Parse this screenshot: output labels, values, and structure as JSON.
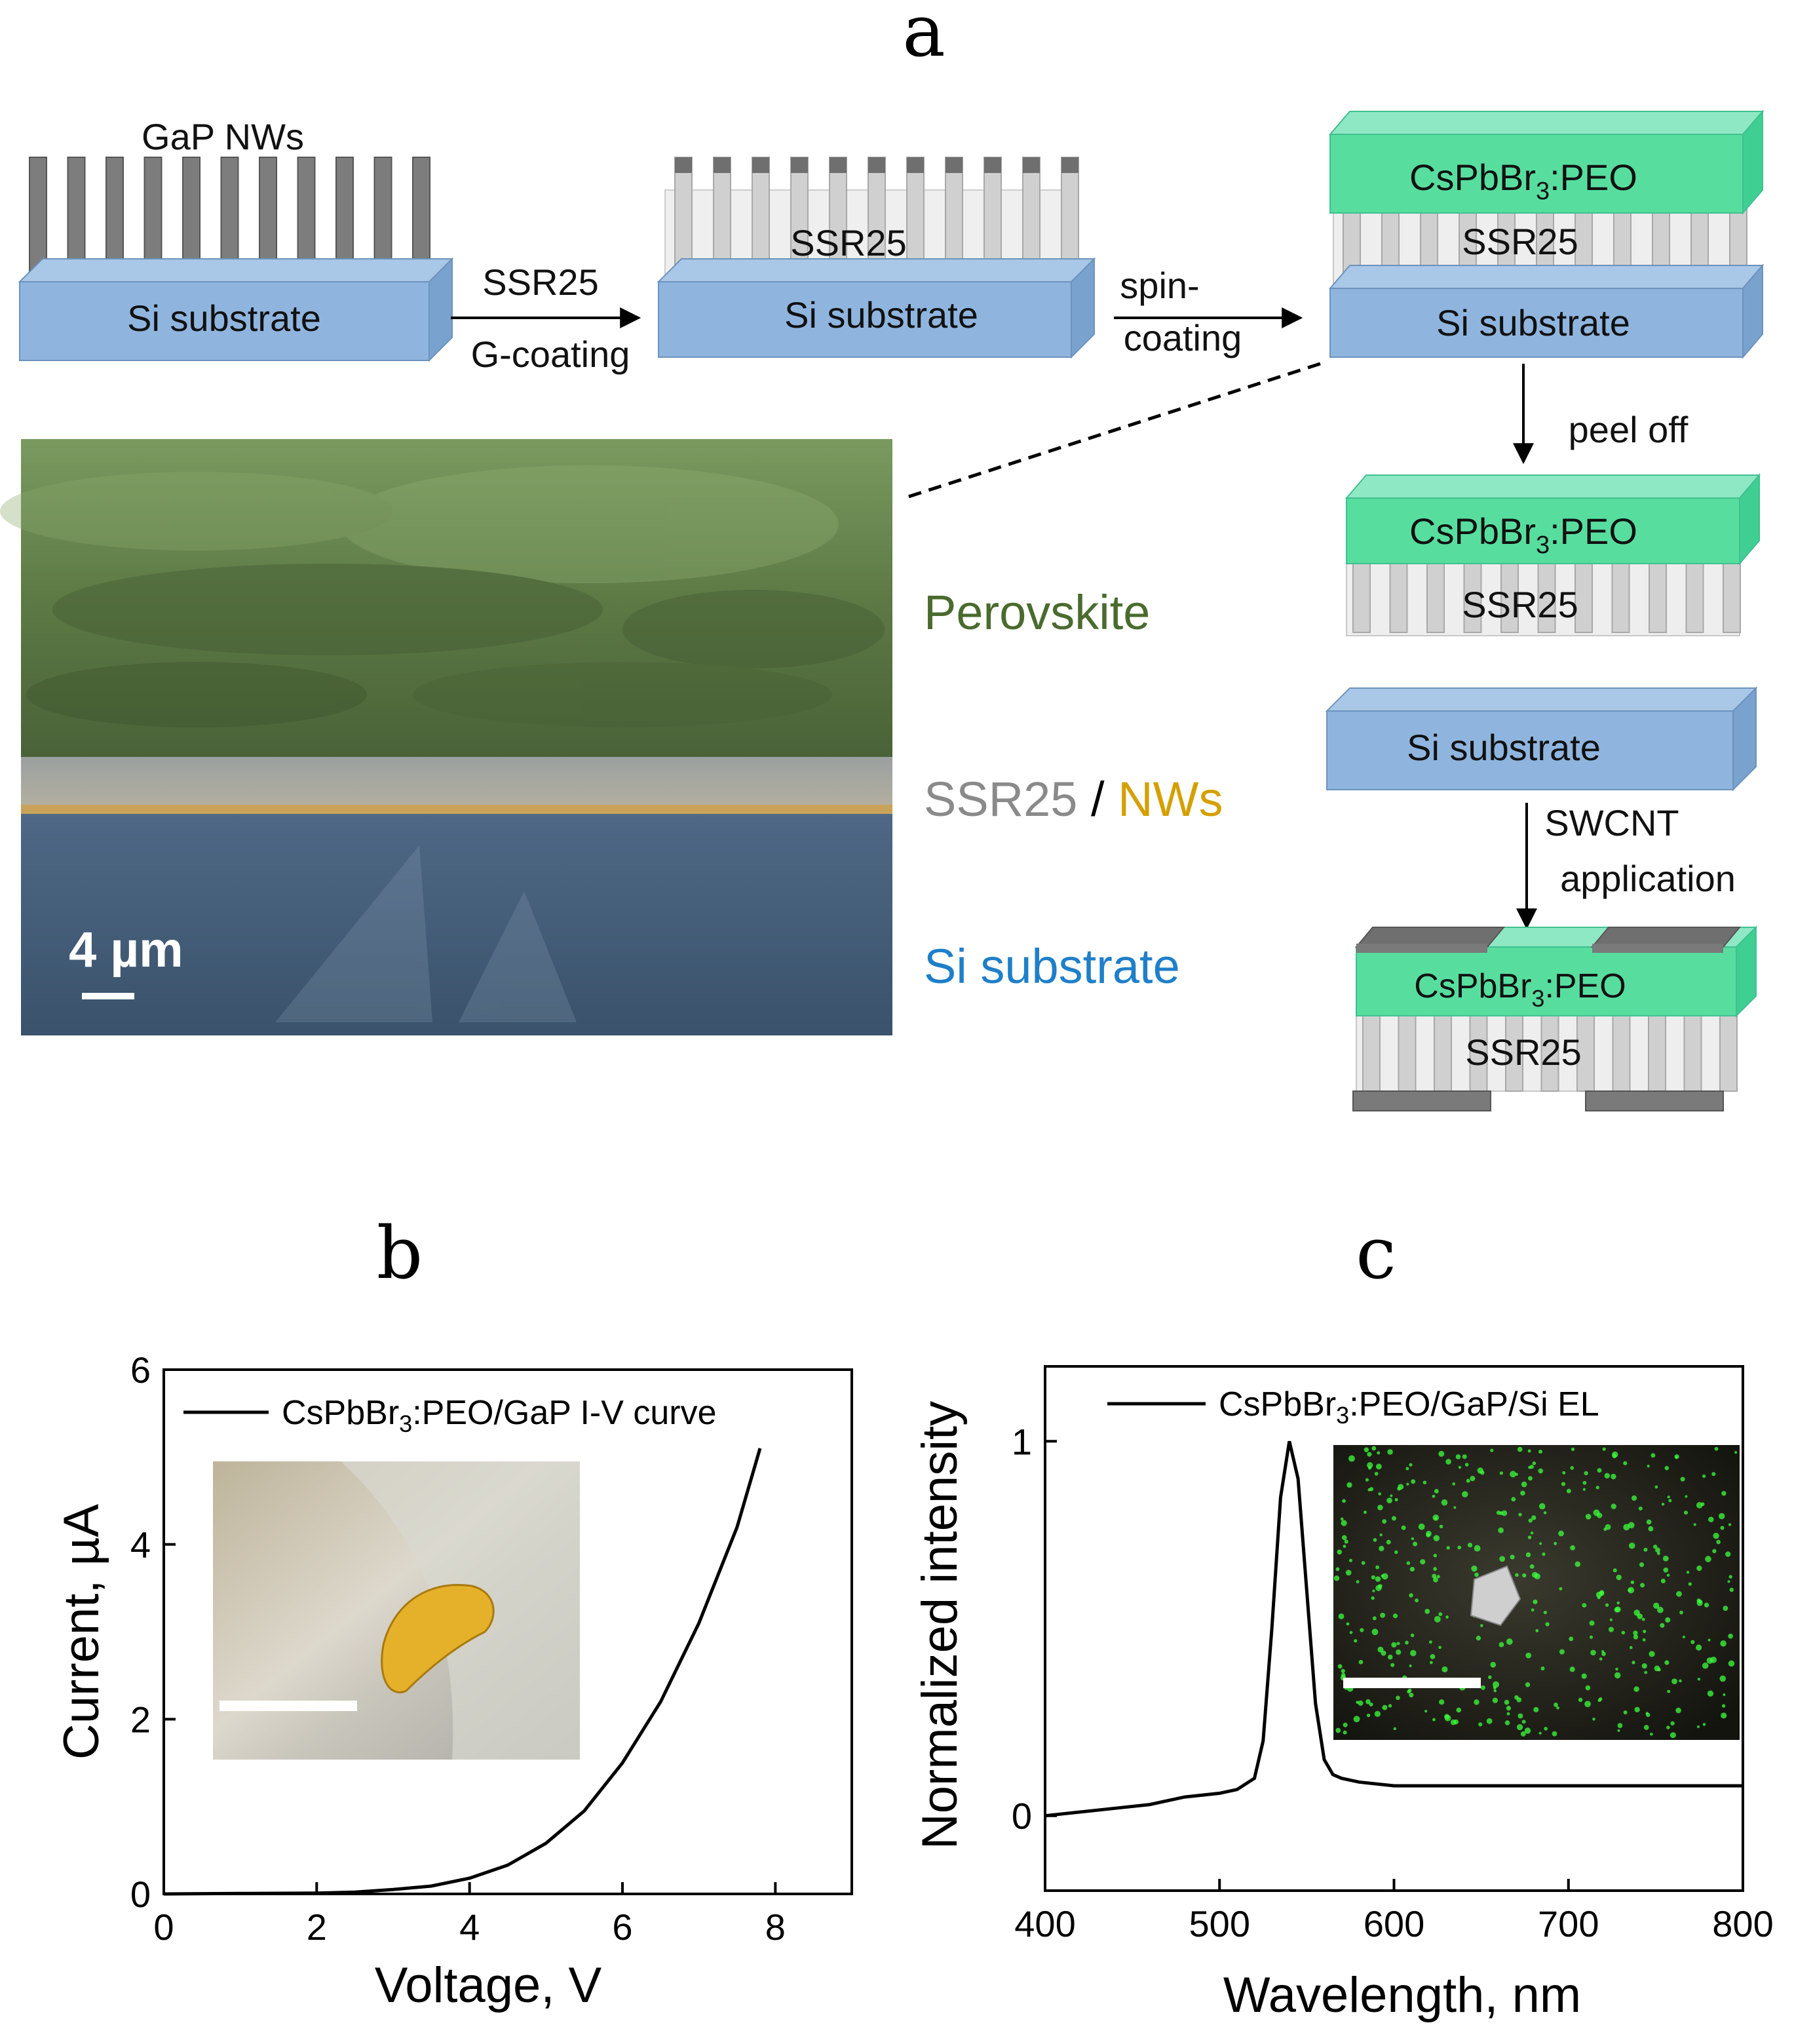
{
  "panel_labels": {
    "a": "a",
    "b": "b",
    "c": "c"
  },
  "schematic": {
    "step1": {
      "top_label": "GaP NWs",
      "substrate": "Si substrate"
    },
    "arrow1": {
      "top": "SSR25",
      "bottom": "G-coating"
    },
    "step2": {
      "layer": "SSR25",
      "substrate": "Si substrate"
    },
    "arrow2": {
      "top": "spin-",
      "bottom": "coating"
    },
    "step3": {
      "top_layer": "CsPbBr",
      "top_layer_sub": "3",
      "top_layer_suffix": ":PEO",
      "layer": "SSR25",
      "substrate": "Si substrate"
    },
    "arrow3": {
      "label": "peel off"
    },
    "step4": {
      "top_layer": "CsPbBr",
      "top_layer_sub": "3",
      "top_layer_suffix": ":PEO",
      "layer": "SSR25"
    },
    "step5": {
      "substrate": "Si substrate"
    },
    "arrow4": {
      "line1": "SWCNT",
      "line2": "application"
    },
    "step6": {
      "top_layer": "CsPbBr",
      "top_layer_sub": "3",
      "top_layer_suffix": ":PEO",
      "layer": "SSR25"
    }
  },
  "sem": {
    "scale_bar": "4 µm",
    "labels": {
      "perovskite": "Perovskite",
      "ssr25": "SSR25",
      "slash": " / ",
      "nws": "NWs",
      "si": "Si substrate"
    },
    "colors": {
      "perovskite": "#4a6b2e",
      "ssr25": "#8a8a8a",
      "nws": "#d4a000",
      "si": "#1f7fc9"
    }
  },
  "chart_data": [
    {
      "type": "line",
      "panel": "b",
      "legend": "CsPbBr3:PEO/GaP I-V curve",
      "legend_base": "CsPbBr",
      "legend_sub": "3",
      "legend_suffix": ":PEO/GaP I-V curve",
      "xlabel": "Voltage, V",
      "ylabel": "Current, µA",
      "xlim": [
        0,
        9
      ],
      "ylim": [
        0,
        6
      ],
      "xticks": [
        0,
        2,
        4,
        6,
        8
      ],
      "yticks": [
        0,
        2,
        4,
        6
      ],
      "series": [
        {
          "x": [
            0,
            1,
            2,
            2.5,
            3,
            3.5,
            4,
            4.5,
            5,
            5.5,
            6,
            6.5,
            7,
            7.5,
            7.8
          ],
          "y": [
            0,
            0.005,
            0.01,
            0.02,
            0.05,
            0.09,
            0.18,
            0.33,
            0.58,
            0.95,
            1.5,
            2.2,
            3.1,
            4.2,
            5.1
          ]
        }
      ]
    },
    {
      "type": "line",
      "panel": "c",
      "legend": "CsPbBr3:PEO/GaP/Si EL",
      "legend_base": "CsPbBr",
      "legend_sub": "3",
      "legend_suffix": ":PEO/GaP/Si EL",
      "xlabel": "Wavelength, nm",
      "ylabel": "Normalized intensity",
      "xlim": [
        400,
        800
      ],
      "ylim": [
        -0.2,
        1.2
      ],
      "xticks": [
        400,
        500,
        600,
        700,
        800
      ],
      "yticks": [
        0,
        1
      ],
      "series": [
        {
          "x": [
            400,
            420,
            440,
            460,
            480,
            500,
            510,
            520,
            525,
            530,
            535,
            540,
            545,
            550,
            555,
            560,
            565,
            570,
            580,
            600,
            650,
            700,
            750,
            800
          ],
          "y": [
            0.0,
            0.01,
            0.02,
            0.03,
            0.05,
            0.06,
            0.07,
            0.1,
            0.2,
            0.5,
            0.85,
            1.0,
            0.9,
            0.6,
            0.3,
            0.15,
            0.11,
            0.1,
            0.09,
            0.08,
            0.08,
            0.08,
            0.08,
            0.08
          ]
        }
      ]
    }
  ]
}
